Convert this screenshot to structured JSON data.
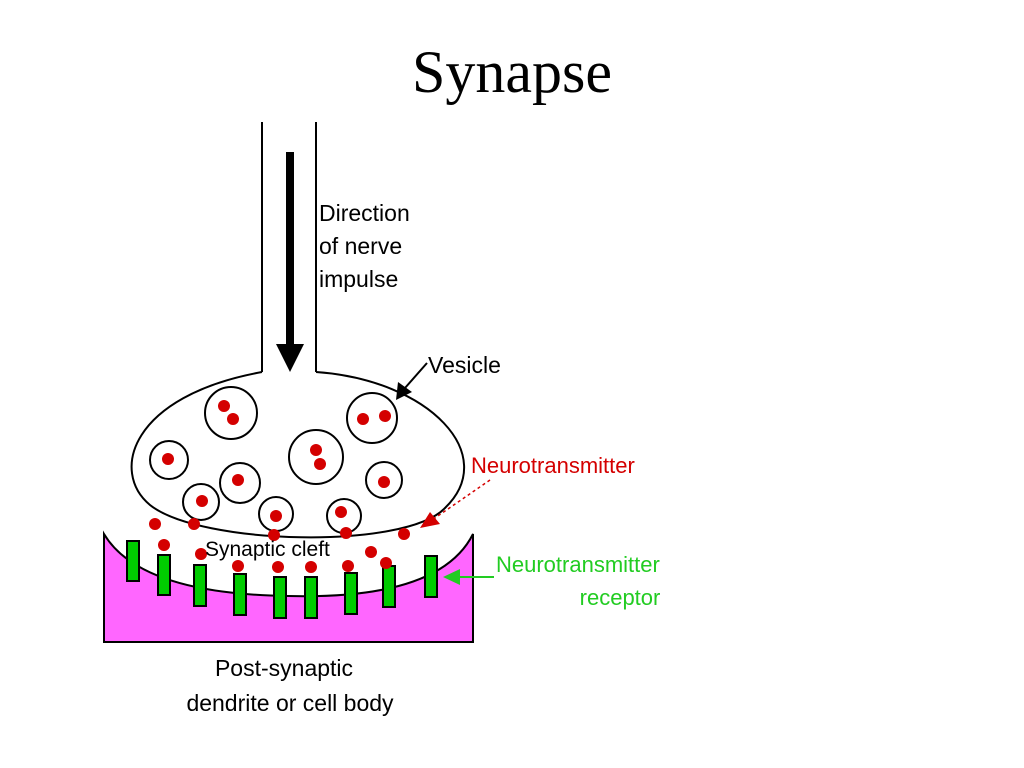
{
  "title": "Synapse",
  "labels": {
    "direction_line1": "Direction",
    "direction_line2": "of nerve",
    "direction_line3": "impulse",
    "vesicle": "Vesicle",
    "neurotransmitter": "Neurotransmitter",
    "synaptic_cleft": "Synaptic cleft",
    "receptor_line1": "Neurotransmitter",
    "receptor_line2": "receptor",
    "post_line1": "Post-synaptic",
    "post_line2": "dendrite or cell body"
  },
  "colors": {
    "neurotransmitter": "#d40000",
    "receptor": "#00cc00",
    "receptor_label": "#22cc22",
    "dendrite": "#ff66ff",
    "outline": "#000000"
  }
}
